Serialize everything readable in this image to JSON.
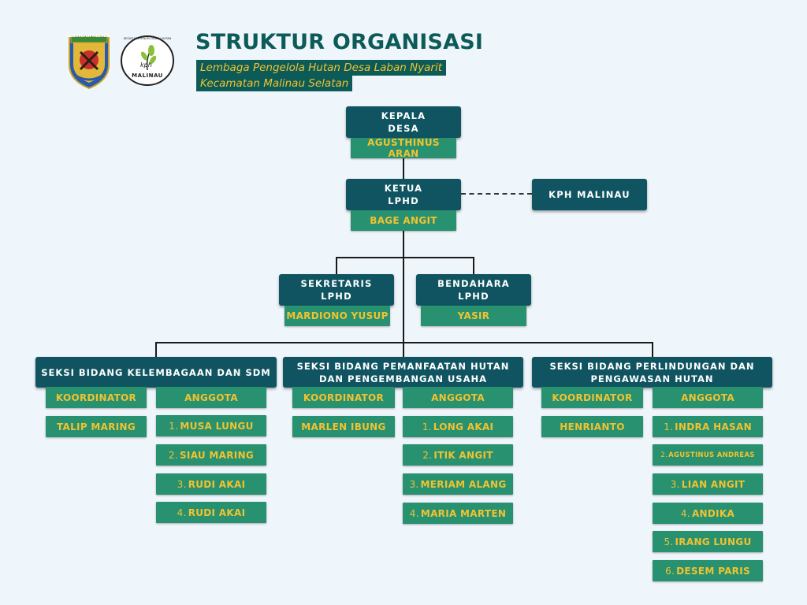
{
  "header": {
    "title": "STRUKTUR ORGANISASI",
    "subtitle_1": "Lembaga Pengelola Hutan Desa Laban Nyarit",
    "subtitle_2": "Kecamatan Malinau Selatan",
    "logo_left_text": "KABUPATEN MALINAU",
    "logo_right_text": "KESATUAN PENGELOLAAN HUTAN",
    "logo_right_bottom": "MALINAU",
    "logo_right_mark": "kph"
  },
  "kepala": {
    "role": "KEPALA\nDESA",
    "name": "AGUSTHINUS ARAN"
  },
  "ketua": {
    "role": "KETUA\nLPHD",
    "name": "BAGE ANGIT"
  },
  "kph": {
    "label": "KPH MALINAU"
  },
  "sekretaris": {
    "role": "SEKRETARIS\nLPHD",
    "name": "MARDIONO YUSUP"
  },
  "bendahara": {
    "role": "BENDAHARA\nLPHD",
    "name": "YASIR"
  },
  "sections": [
    {
      "title": "SEKSI BIDANG KELEMBAGAAN DAN SDM",
      "koordinator_label": "KOORDINATOR",
      "anggota_label": "ANGGOTA",
      "koordinator": "TALIP MARING",
      "anggota": [
        {
          "num": "1.",
          "name": "MUSA LUNGU"
        },
        {
          "num": "2.",
          "name": "SIAU MARING"
        },
        {
          "num": "3.",
          "name": "RUDI AKAI"
        },
        {
          "num": "4.",
          "name": "RUDI AKAI"
        }
      ]
    },
    {
      "title": "SEKSI BIDANG PEMANFAATAN HUTAN DAN PENGEMBANGAN USAHA",
      "koordinator_label": "KOORDINATOR",
      "anggota_label": "ANGGOTA",
      "koordinator": "MARLEN IBUNG",
      "anggota": [
        {
          "num": "1.",
          "name": "LONG AKAI"
        },
        {
          "num": "2.",
          "name": "ITIK ANGIT"
        },
        {
          "num": "3.",
          "name": "MERIAM ALANG"
        },
        {
          "num": "4.",
          "name": "MARIA MARTEN"
        }
      ]
    },
    {
      "title": "SEKSI BIDANG PERLINDUNGAN DAN PENGAWASAN HUTAN",
      "koordinator_label": "KOORDINATOR",
      "anggota_label": "ANGGOTA",
      "koordinator": "HENRIANTO",
      "anggota": [
        {
          "num": "1.",
          "name": "INDRA HASAN"
        },
        {
          "num": "2.",
          "name": "AGUSTINUS ANDREAS"
        },
        {
          "num": "3.",
          "name": "LIAN ANGIT"
        },
        {
          "num": "4.",
          "name": "ANDIKA"
        },
        {
          "num": "5.",
          "name": "IRANG LUNGU"
        },
        {
          "num": "6.",
          "name": "DESEM PARIS"
        }
      ]
    }
  ],
  "colors": {
    "dark": "#0f5460",
    "green": "#28916f",
    "yellow": "#f2c230",
    "title": "#0c5b58"
  }
}
